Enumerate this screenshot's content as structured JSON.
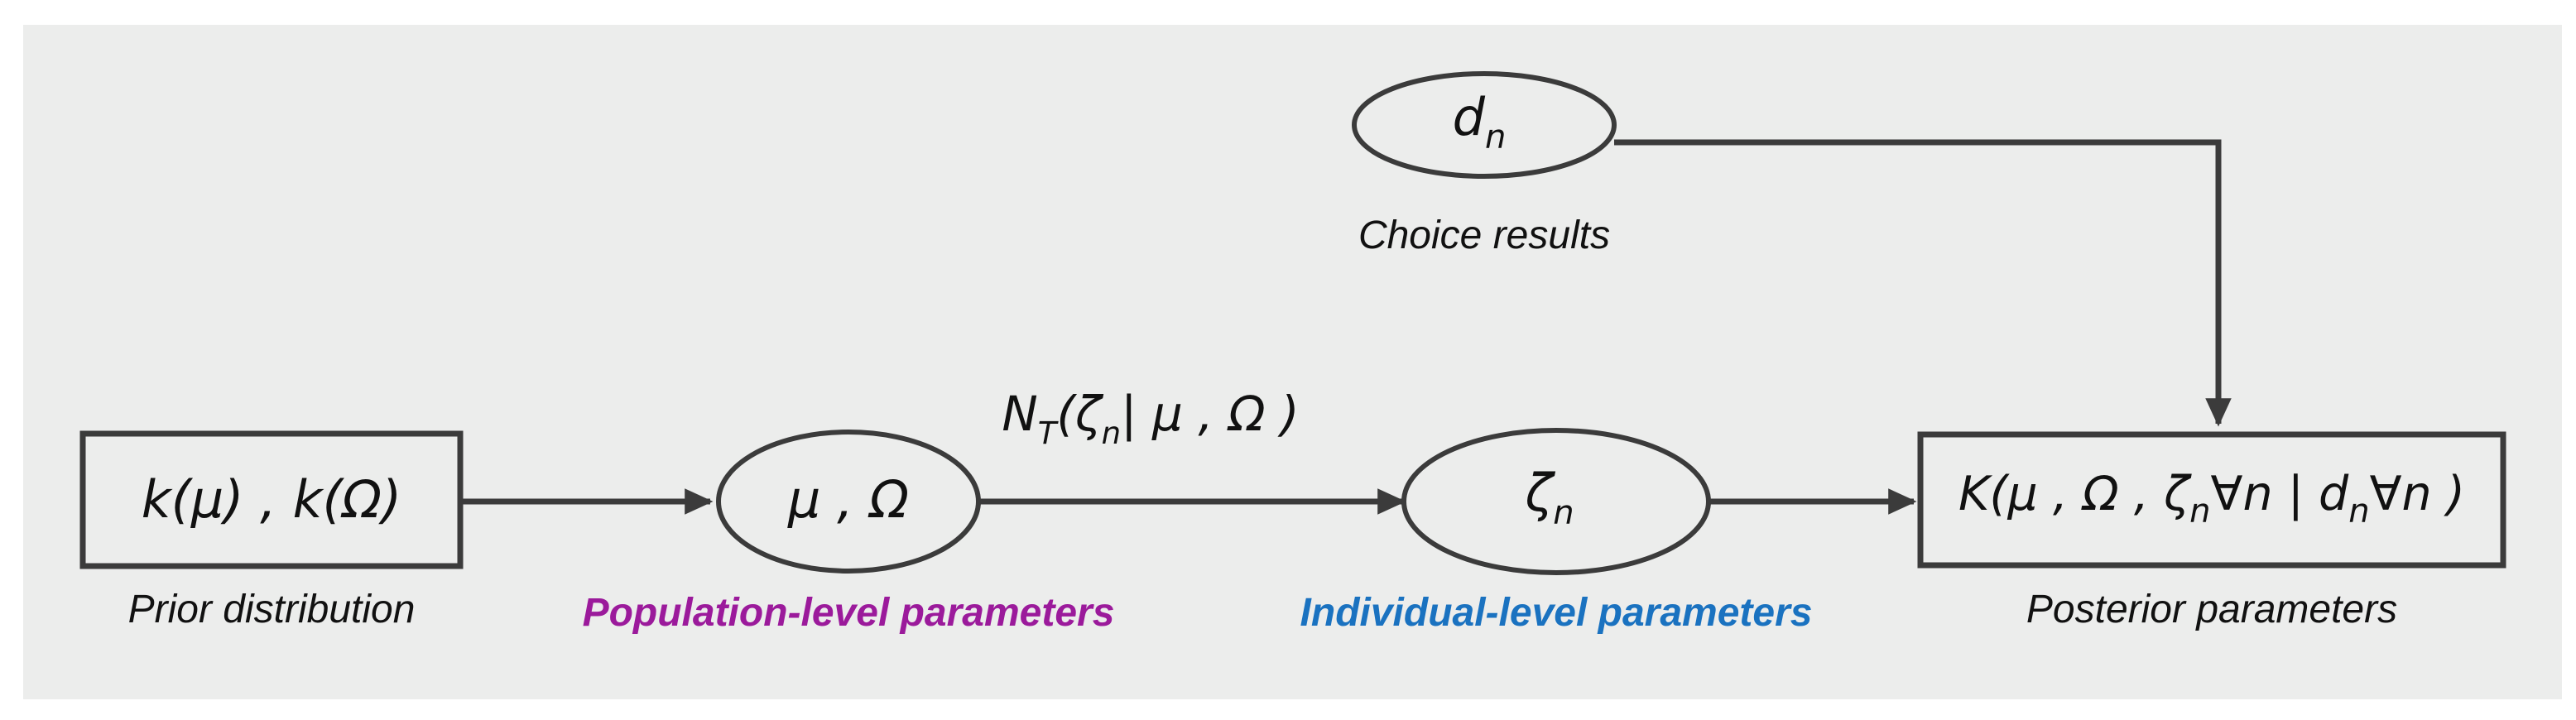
{
  "figure": {
    "type": "graphical-model-flow-diagram",
    "background_color": "#ecedec",
    "page_color": "#ffffff",
    "stroke_color": "#3b3b3b",
    "accent_purple": "#9B1A9B",
    "accent_blue": "#1A72C0"
  },
  "nodes": {
    "prior": {
      "shape": "rectangle",
      "symbol_main": "k(μ) , k(Ω)",
      "caption": "Prior distribution",
      "caption_color": "#111111"
    },
    "population": {
      "shape": "ellipse",
      "symbol_main": "μ , Ω",
      "caption": "Population-level parameters",
      "caption_color": "#9B1A9B"
    },
    "individual": {
      "shape": "ellipse",
      "symbol_base": "ζ",
      "symbol_sub": "n",
      "caption": "Individual-level parameters",
      "caption_color": "#1A72C0"
    },
    "choice": {
      "shape": "ellipse",
      "symbol_base": "d",
      "symbol_sub": "n",
      "caption": "Choice results",
      "caption_color": "#111111"
    },
    "posterior": {
      "shape": "rectangle",
      "symbol_parts": {
        "open": "K(μ , Ω , ζ",
        "sub1": "n",
        "mid": "∀n | d",
        "sub2": "n",
        "close": "∀n )"
      },
      "caption": "Posterior parameters",
      "caption_color": "#111111"
    }
  },
  "edges": [
    {
      "id": "prior-to-population",
      "from": "prior",
      "to": "population",
      "label": "",
      "arrow": true
    },
    {
      "id": "population-to-individual",
      "from": "population",
      "to": "individual",
      "label_parts": {
        "base": "N",
        "sub_base": "T",
        "mid": "(ζ",
        "sub_mid": "n",
        "tail": "| μ , Ω )"
      },
      "arrow": true
    },
    {
      "id": "individual-to-posterior",
      "from": "individual",
      "to": "posterior",
      "label": "",
      "arrow": true
    },
    {
      "id": "choice-to-posterior",
      "from": "choice",
      "to": "posterior",
      "label": "",
      "arrow": true,
      "routing": "elbow-right-down"
    }
  ]
}
